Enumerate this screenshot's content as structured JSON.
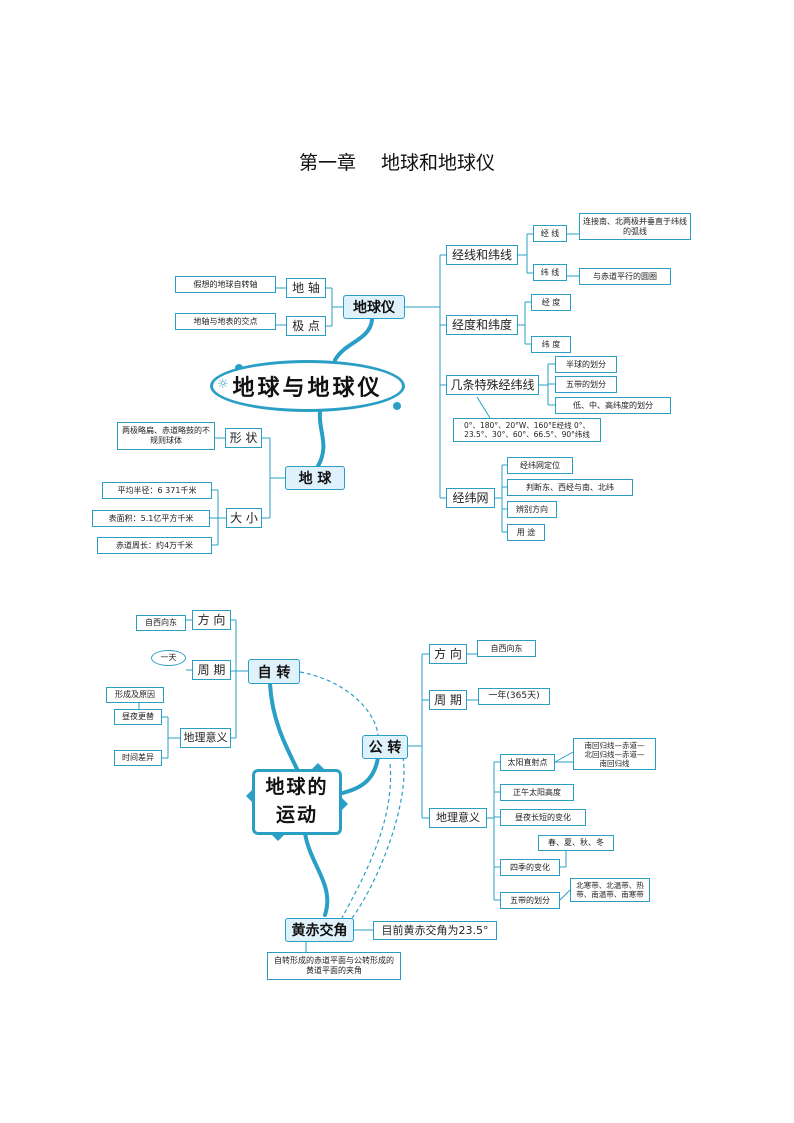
{
  "page": {
    "title": "第一章　 地球和地球仪"
  },
  "map1": {
    "center": "地球与地球仪",
    "globe": {
      "label": "地球仪",
      "axis": {
        "label": "地 轴",
        "desc": "假想的地球自转轴"
      },
      "pole": {
        "label": "极 点",
        "desc": "地轴与地表的交点"
      }
    },
    "lines": {
      "label": "经线和纬线",
      "meridian": {
        "label": "经 线",
        "desc": "连接南、北两极并垂直于纬线的弧线"
      },
      "parallel": {
        "label": "纬 线",
        "desc": "与赤道平行的圆圈"
      }
    },
    "degree": {
      "label": "经度和纬度",
      "lon": "经 度",
      "lat": "纬 度"
    },
    "special": {
      "label": "几条特殊经纬线",
      "items": [
        "半球的划分",
        "五带的划分",
        "低、中、高纬度的划分"
      ],
      "note": "0°、180°、20°W、160°E经线 0°、23.5°、30°、60°、66.5°、90°纬线"
    },
    "grid": {
      "label": "经纬网",
      "items": [
        "经纬网定位",
        "判断东、西经与南、北纬",
        "辨别方向",
        "用 途"
      ]
    },
    "earth": {
      "label": "地 球",
      "shape": {
        "label": "形 状",
        "desc": "两极略扁、赤道略鼓的不规则球体"
      },
      "size": {
        "label": "大 小",
        "items": [
          "平均半径：6 371千米",
          "表面积：5.1亿平方千米",
          "赤道周长：约4万千米"
        ]
      }
    }
  },
  "map2": {
    "center_line1": "地球的",
    "center_line2": "运动",
    "rotation": {
      "label": "自 转",
      "direction": {
        "label": "方 向",
        "desc": "自西向东"
      },
      "period": {
        "label": "周 期",
        "desc": "一天"
      },
      "meaning": {
        "label": "地理意义",
        "items": [
          "形成及原因",
          "昼夜更替",
          "时间差异"
        ]
      }
    },
    "revolution": {
      "label": "公 转",
      "direction": {
        "label": "方 向",
        "desc": "自西向东"
      },
      "period": {
        "label": "周 期",
        "desc": "一年(365天)"
      },
      "meaning": {
        "label": "地理意义",
        "subsolar": "太阳直射点",
        "subsolar_items": [
          "南回归线—赤道—",
          "北回归线—赤道—",
          "南回归线"
        ],
        "noon": "正午太阳高度",
        "daylength": "昼夜长短的变化",
        "seasons": "四季的变化",
        "seasons_desc": "春、夏、秋、冬",
        "zones": "五带的划分",
        "zones_desc": "北寒带、北温带、热带、南温带、南寒带"
      }
    },
    "obliquity": {
      "label": "黄赤交角",
      "value": "目前黄赤交角为23.5°",
      "desc": "自转形成的赤道平面与公转形成的黄道平面的夹角"
    }
  }
}
